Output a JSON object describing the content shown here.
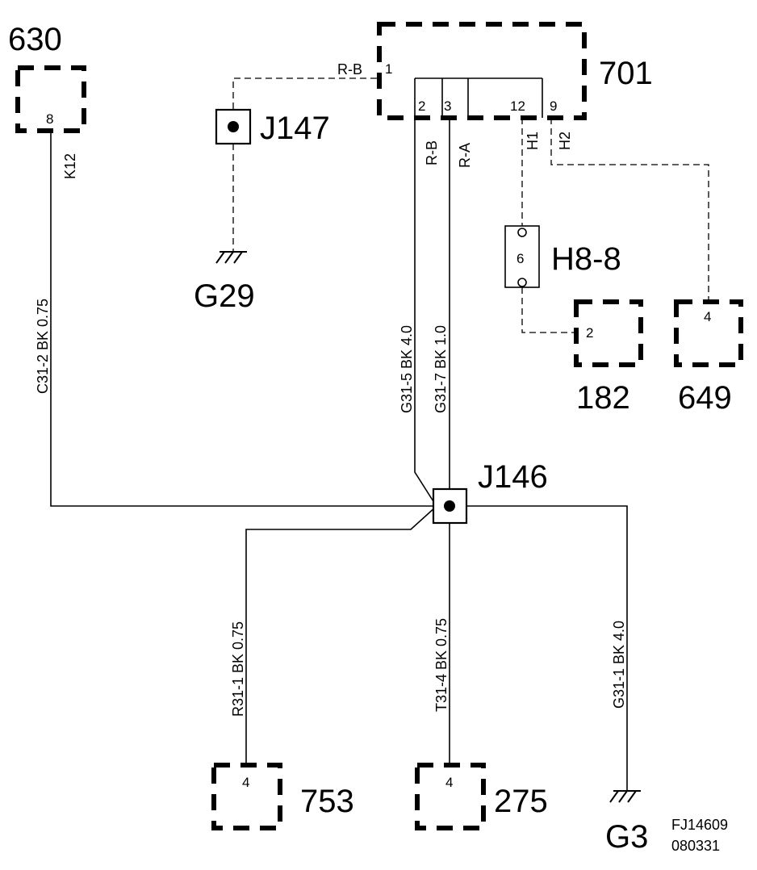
{
  "components": {
    "c630": {
      "label": "630",
      "pin": "8"
    },
    "c701": {
      "label": "701",
      "pins": [
        "1",
        "2",
        "3",
        "12",
        "9"
      ]
    },
    "c182": {
      "label": "182",
      "pin": "2"
    },
    "c649": {
      "label": "649",
      "pin": "4"
    },
    "c753": {
      "label": "753",
      "pin": "4"
    },
    "c275": {
      "label": "275",
      "pin": "4"
    }
  },
  "splices": {
    "j147": "J147",
    "j146": "J146"
  },
  "connector_h8": {
    "label": "H8-8",
    "pin": "6"
  },
  "grounds": {
    "g29": "G29",
    "g3": "G3"
  },
  "wire_labels": {
    "rb_top": "R-B",
    "rb_701": "R-B",
    "ra_701": "R-A",
    "h1": "H1",
    "h2": "H2",
    "k12": "K12",
    "c31_2": "C31-2  BK  0.75",
    "g31_5": "G31-5   BK  4.0",
    "g31_7": "G31-7   BK  1.0",
    "r31_1": "R31-1  BK  0.75",
    "t31_4": "T31-4  BK  0.75",
    "g31_1": "G31-1   BK    4.0"
  },
  "figure_ref": {
    "line1": "FJ14609",
    "line2": "080331"
  }
}
